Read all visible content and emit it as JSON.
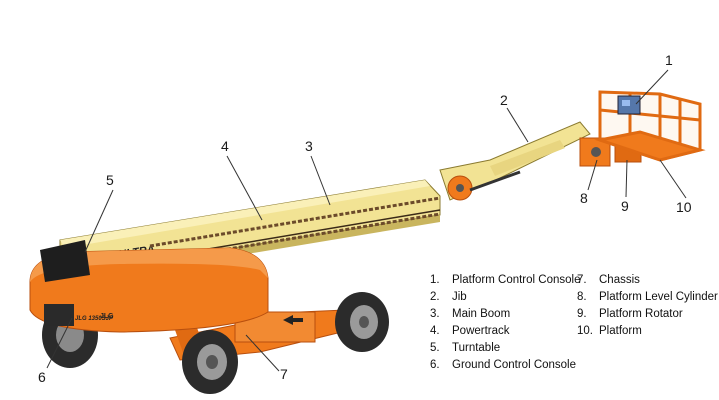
{
  "callouts": [
    "1",
    "2",
    "3",
    "4",
    "5",
    "6",
    "7",
    "8",
    "9",
    "10"
  ],
  "legend": {
    "left": [
      {
        "num": "1.",
        "label": "Platform Control Console"
      },
      {
        "num": "2.",
        "label": "Jib"
      },
      {
        "num": "3.",
        "label": "Main Boom"
      },
      {
        "num": "4.",
        "label": "Powertrack"
      },
      {
        "num": "5.",
        "label": "Turntable"
      },
      {
        "num": "6.",
        "label": "Ground Control Console"
      }
    ],
    "right": [
      {
        "num": "7.",
        "label": "Chassis"
      },
      {
        "num": "8.",
        "label": "Platform Level Cylinder"
      },
      {
        "num": "9.",
        "label": "Platform Rotator"
      },
      {
        "num": "10.",
        "label": "Platform"
      }
    ]
  },
  "decals": {
    "boom": "JLG ULTRA",
    "turntable": "JLG",
    "chassis": "JLG 1350SJP"
  },
  "colors": {
    "boom": "#f2e394",
    "boom_shade": "#c9b55e",
    "orange": "#f07a1c",
    "orange_dark": "#b84f0e",
    "tire": "#2b2b2b",
    "powertrack": "#6b4a2a"
  }
}
